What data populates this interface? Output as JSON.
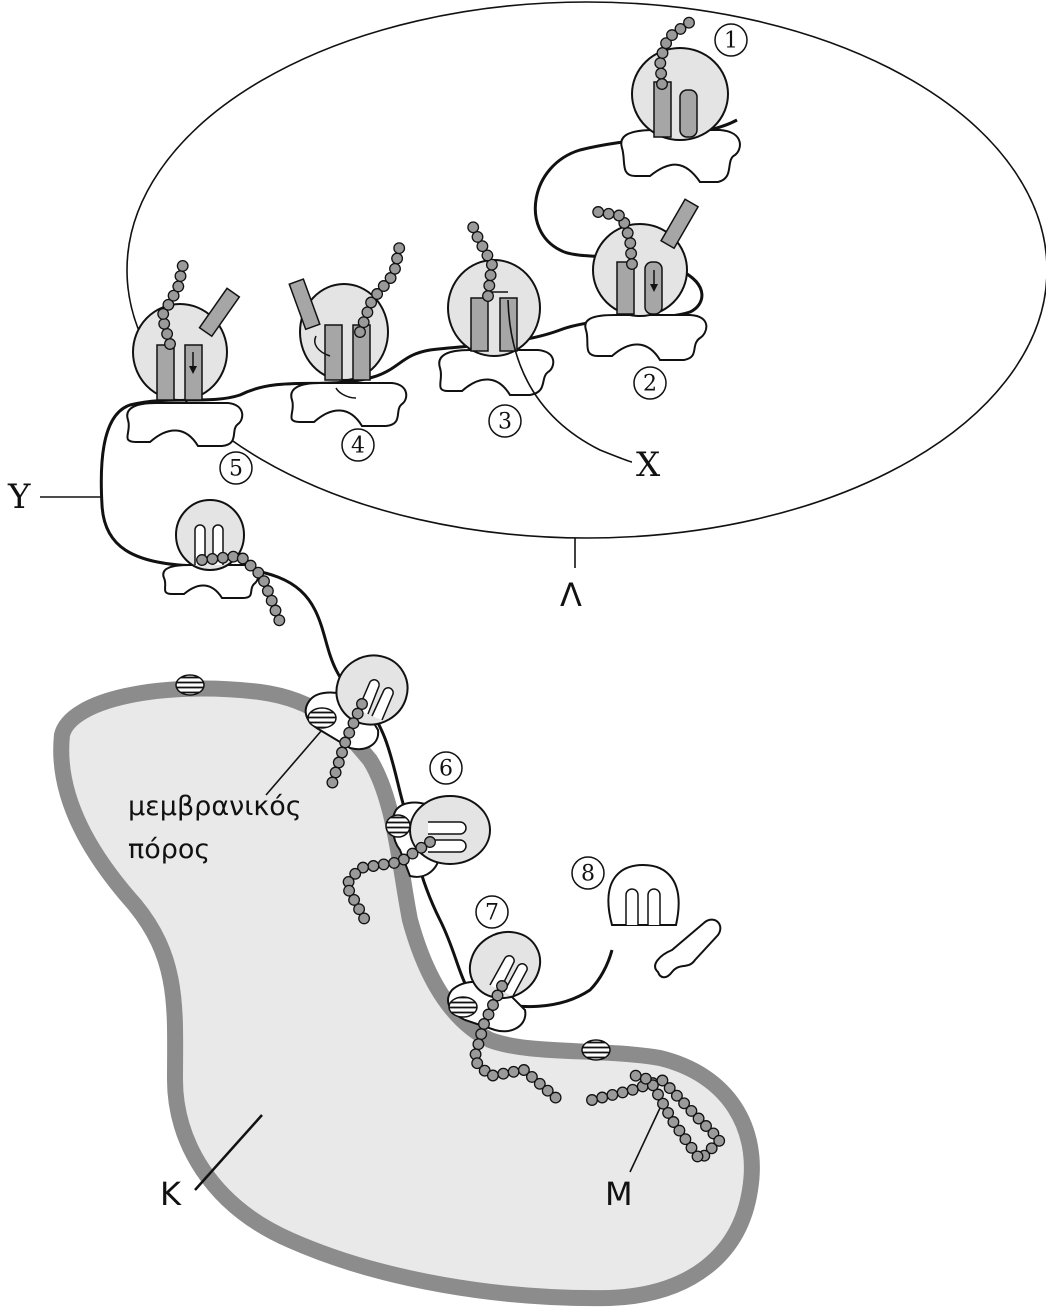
{
  "labels": {
    "X": "X",
    "Y": "Y",
    "Lambda": "Λ",
    "K": "K",
    "M": "M",
    "pore_line1": "μεμβρανικός",
    "pore_line2": "πόρος"
  },
  "steps": [
    "1",
    "2",
    "3",
    "4",
    "5",
    "6",
    "7",
    "8"
  ],
  "colors": {
    "cell_fill": "#e9e9e9",
    "membrane": "#8c8c8c",
    "ribosome_small": "#e4e4e4",
    "trna": "#a6a6a6",
    "bead": "#9a9a9a",
    "line": "#111111"
  }
}
